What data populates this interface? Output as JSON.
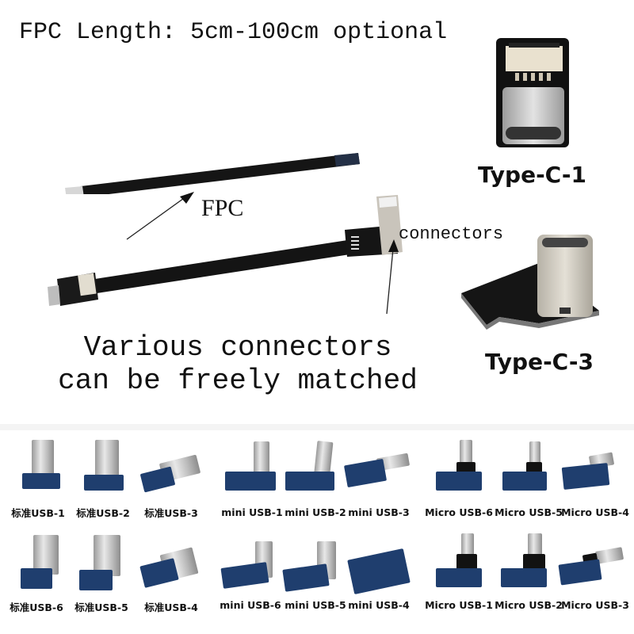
{
  "header": {
    "title": "FPC Length: 5cm-100cm optional"
  },
  "annotations": {
    "fpc": "FPC",
    "connectors": "connectors",
    "tagline_line1": "Various connectors",
    "tagline_line2": "can be freely matched"
  },
  "featured_connectors": [
    {
      "label": "Type-C-1"
    },
    {
      "label": "Type-C-3"
    }
  ],
  "connector_grid": {
    "standard_usb": {
      "row1": [
        "标准USB-1",
        "标准USB-2",
        "标准USB-3"
      ],
      "row2": [
        "标准USB-6",
        "标准USB-5",
        "标准USB-4"
      ]
    },
    "mini_usb": {
      "row1": [
        "mini USB-1",
        "mini USB-2",
        "mini USB-3"
      ],
      "row2": [
        "mini USB-6",
        "mini USB-5",
        "mini USB-4"
      ]
    },
    "micro_usb": {
      "row1": [
        "Micro USB-6",
        "Micro USB-5",
        "Micro USB-4"
      ],
      "row2": [
        "Micro USB-1",
        "Micro USB-2",
        "Micro USB-3"
      ]
    }
  },
  "colors": {
    "pcb_blue": "#1f3e6e",
    "pcb_black": "#121212",
    "cable_black": "#111111",
    "text": "#111111"
  }
}
